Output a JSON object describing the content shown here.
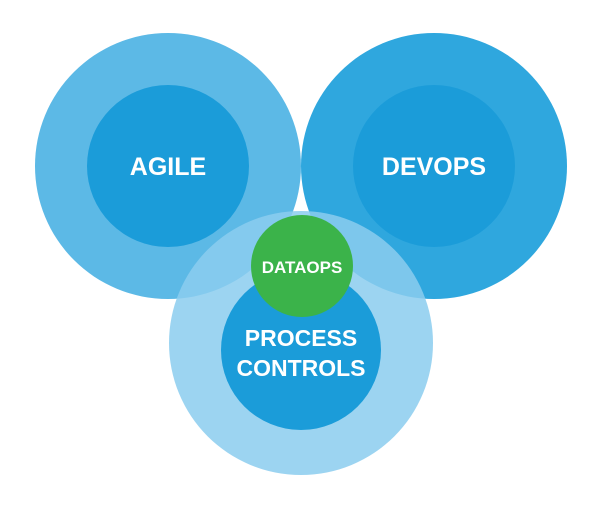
{
  "diagram": {
    "circles": [
      {
        "id": "agile",
        "label_lines": [
          "AGILE"
        ],
        "outer_color": "#5cb9e6",
        "inner_color": "#1b9cd9"
      },
      {
        "id": "devops",
        "label_lines": [
          "DEVOPS"
        ],
        "outer_color": "#2fa7de",
        "inner_color": "#1b9cd9"
      },
      {
        "id": "process-controls",
        "label_lines": [
          "PROCESS",
          "CONTROLS"
        ],
        "outer_color": "#8bcdee",
        "inner_color": "#1b9cd9"
      },
      {
        "id": "dataops",
        "label_lines": [
          "DATAOPS"
        ],
        "inner_color": "#3bb34a"
      }
    ]
  }
}
